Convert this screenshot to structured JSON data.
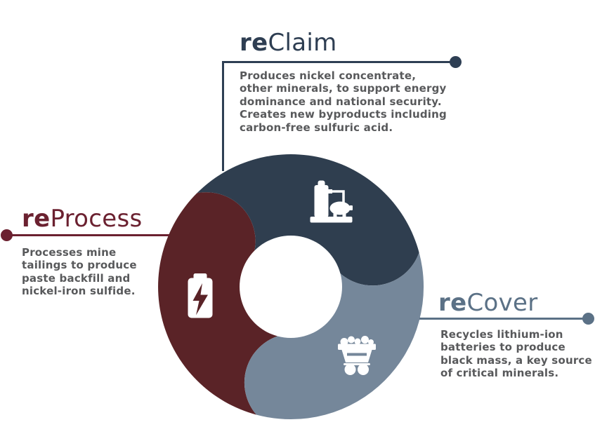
{
  "diagram": {
    "type": "three-segment-cycle-donut",
    "segments_order": [
      "reProcess",
      "reClaim",
      "reCover"
    ]
  },
  "colors": {
    "background": "#FFFFFF",
    "reclaim_segment": "#2F3E4F",
    "reclaim_accent": "#2E3F54",
    "reprocess_segment": "#5A2327",
    "reprocess_accent": "#6B2130",
    "recover_segment": "#75879A",
    "recover_accent": "#5B7186",
    "body_text": "#58595B",
    "icon_fill": "#FFFFFF"
  },
  "sections": {
    "reclaim": {
      "title_bold": "re",
      "title_rest": "Claim",
      "description": "Produces nickel concentrate,\nother minerals, to support energy\ndominance and national security.\nCreates new byproducts including\ncarbon-free sulfuric acid.",
      "icon": "refinery-icon"
    },
    "reprocess": {
      "title_bold": "re",
      "title_rest": "Process",
      "description": "Processes mine\ntailings to produce\npaste backfill and\nnickel-iron sulfide.",
      "icon": "battery-icon"
    },
    "recover": {
      "title_bold": "re",
      "title_rest": "Cover",
      "description": "Recycles lithium-ion\nbatteries to produce\nblack mass, a key source\nof critical minerals.",
      "icon": "mine-cart-icon"
    }
  }
}
